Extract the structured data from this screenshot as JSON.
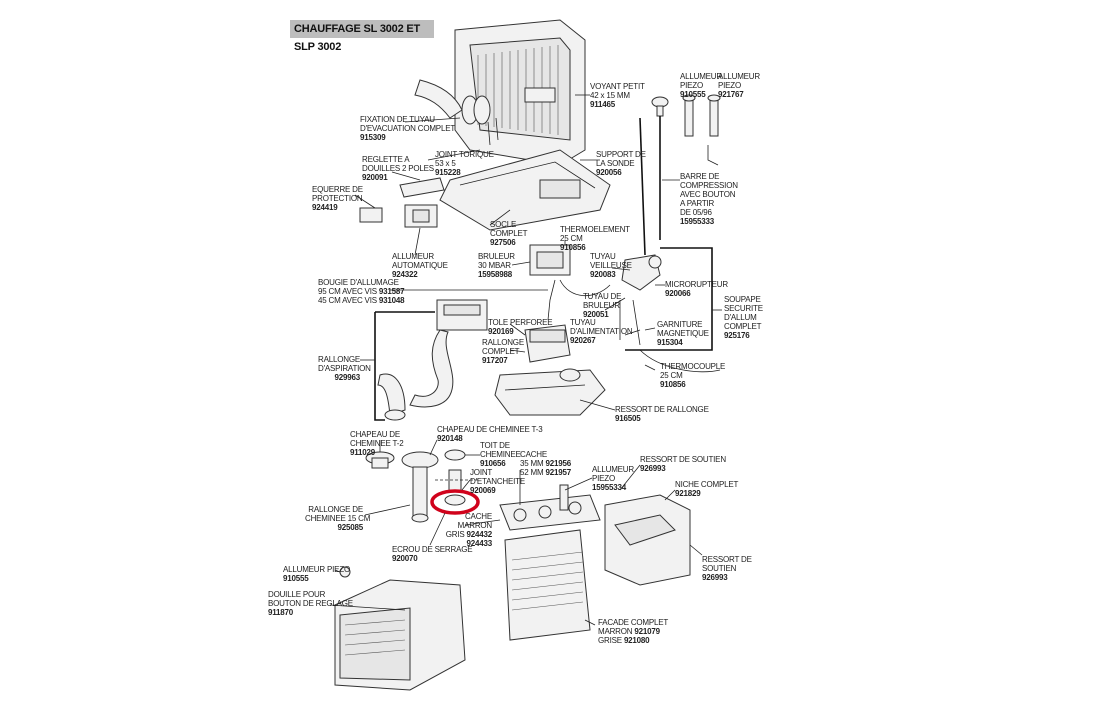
{
  "title": "CHAUFFAGE SL 3002 ET SLP 3002",
  "labels": {
    "voyant": {
      "name": [
        "VOYANT PETIT",
        "42 x 15 MM"
      ],
      "ref": "911465"
    },
    "allumeur1": {
      "name": [
        "ALLUMEUR",
        "PIEZO"
      ],
      "ref": "910555"
    },
    "allumeur2": {
      "name": [
        "ALLUMEUR",
        "PIEZO"
      ],
      "ref": "921767"
    },
    "fixation": {
      "name": [
        "FIXATION DE TUYAU",
        "D'EVACUATION COMPLET"
      ],
      "ref": "915309"
    },
    "joint_torique": {
      "name": [
        "JOINT TORIQUE",
        "53 x 5"
      ],
      "ref": "915228"
    },
    "reglette": {
      "name": [
        "REGLETTE A",
        "DOUILLES 2 POLES"
      ],
      "ref": "920091"
    },
    "support_sonde": {
      "name": [
        "SUPPORT DE",
        "LA SONDE"
      ],
      "ref": "920056"
    },
    "barre": {
      "name": [
        "BARRE DE",
        "COMPRESSION",
        "AVEC BOUTON",
        "A PARTIR",
        "DE 05/96"
      ],
      "ref": "15955333"
    },
    "equerre": {
      "name": [
        "EQUERRE DE",
        "PROTECTION"
      ],
      "ref": "924419"
    },
    "socle": {
      "name": [
        "SOCLE",
        "COMPLET"
      ],
      "ref": "927506"
    },
    "thermoelement": {
      "name": [
        "THERMOELEMENT",
        "25 CM"
      ],
      "ref": "910856"
    },
    "allumeur_auto": {
      "name": [
        "ALLUMEUR",
        "AUTOMATIQUE"
      ],
      "ref": "924322"
    },
    "bruleur": {
      "name": [
        "BRULEUR",
        "30 MBAR"
      ],
      "ref": "15958988"
    },
    "tuyau_veilleuse": {
      "name": [
        "TUYAU",
        "VEILLEUSE"
      ],
      "ref": "920083"
    },
    "microrupteur": {
      "name": [
        "MICRORUPTEUR"
      ],
      "ref": "920066"
    },
    "bougie": {
      "name": [
        "BOUGIE D'ALLUMAGE",
        "95 CM AVEC VIS",
        "45 CM AVEC VIS"
      ],
      "ref": "931587",
      "ref2": "931048"
    },
    "tuyau_bruleur": {
      "name": [
        "TUYAU DE",
        "BRULEUR"
      ],
      "ref": "920051"
    },
    "soupape": {
      "name": [
        "SOUPAPE",
        "SECURITE",
        "D'ALLUM",
        "COMPLET"
      ],
      "ref": "925176"
    },
    "tole": {
      "name": [
        "TOLE PERFOREE"
      ],
      "ref": "920169"
    },
    "tuyau_alim": {
      "name": [
        "TUYAU",
        "D'ALIMENTATION"
      ],
      "ref": "920267"
    },
    "garniture": {
      "name": [
        "GARNITURE",
        "MAGNETIQUE"
      ],
      "ref": "915304"
    },
    "rallonge_complet": {
      "name": [
        "RALLONGE",
        "COMPLET"
      ],
      "ref": "917207"
    },
    "rallonge_asp": {
      "name": [
        "RALLONGE",
        "D'ASPIRATION"
      ],
      "ref": "929963"
    },
    "thermocouple": {
      "name": [
        "THERMOCOUPLE",
        "25 CM"
      ],
      "ref": "910856"
    },
    "ressort_rallonge": {
      "name": [
        "RESSORT DE RALLONGE"
      ],
      "ref": "916505"
    },
    "chapeau_t2": {
      "name": [
        "CHAPEAU DE",
        "CHEMINEE T-2"
      ],
      "ref": "911029"
    },
    "chapeau_t3": {
      "name": [
        "CHAPEAU DE CHEMINEE T-3"
      ],
      "ref": "920148"
    },
    "toit": {
      "name": [
        "TOIT DE",
        "CHEMINEE"
      ],
      "ref": "910656"
    },
    "cache": {
      "name": [
        "CACHE",
        "35 MM",
        "52 MM"
      ],
      "ref": "921956",
      "ref2": "921957"
    },
    "allumeur3": {
      "name": [
        "ALLUMEUR",
        "PIEZO"
      ],
      "ref": "15955334"
    },
    "ressort_soutien1": {
      "name": [
        "RESSORT DE SOUTIEN"
      ],
      "ref": "926993"
    },
    "joint_etanch": {
      "name": [
        "JOINT",
        "D'ETANCHEITE"
      ],
      "ref": "920069"
    },
    "niche": {
      "name": [
        "NICHE COMPLET"
      ],
      "ref": "921829"
    },
    "cache_marron": {
      "name": [
        "CACHE",
        "MARRON",
        "GRIS"
      ],
      "ref": "924432",
      "ref2": "924433"
    },
    "rallonge_chem": {
      "name": [
        "RALLONGE DE",
        "CHEMINEE 15 CM"
      ],
      "ref": "925085"
    },
    "ecrou": {
      "name": [
        "ECROU DE SERRAGE"
      ],
      "ref": "920070"
    },
    "ressort_soutien2": {
      "name": [
        "RESSORT DE",
        "SOUTIEN"
      ],
      "ref": "926993"
    },
    "allumeur4": {
      "name": [
        "ALLUMEUR PIEZO"
      ],
      "ref": "910555"
    },
    "douille": {
      "name": [
        "DOUILLE POUR",
        "BOUTON DE REGLAGE"
      ],
      "ref": "911870"
    },
    "facade": {
      "name": [
        "FACADE COMPLET",
        "MARRON",
        "GRISE"
      ],
      "ref": "921079",
      "ref2": "921080"
    }
  },
  "colors": {
    "highlight": "#d0021b",
    "title_bg": "#bdbdbd"
  }
}
